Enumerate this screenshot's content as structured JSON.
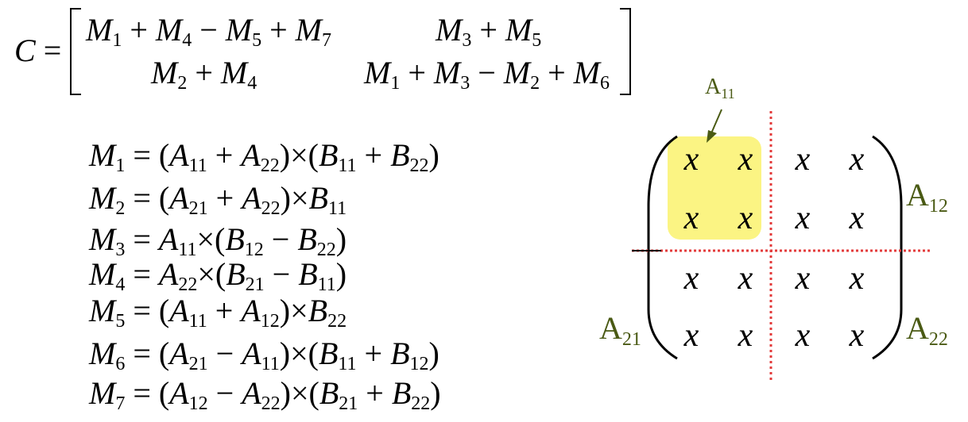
{
  "matrix_c": {
    "lhs": "C",
    "equals": "=",
    "r1c1": {
      "t1": "M",
      "s1": "1",
      "op1": " + ",
      "t2": "M",
      "s2": "4",
      "op2": " − ",
      "t3": "M",
      "s3": "5",
      "op3": " + ",
      "t4": "M",
      "s4": "7"
    },
    "r1c2": {
      "t1": "M",
      "s1": "3",
      "op1": " + ",
      "t2": "M",
      "s2": "5"
    },
    "r2c1": {
      "t1": "M",
      "s1": "2",
      "op1": " + ",
      "t2": "M",
      "s2": "4"
    },
    "r2c2": {
      "t1": "M",
      "s1": "1",
      "op1": " + ",
      "t2": "M",
      "s2": "3",
      "op2": " − ",
      "t3": "M",
      "s3": "2",
      "op3": " + ",
      "t4": "M",
      "s4": "6"
    }
  },
  "equations": [
    {
      "m": "M",
      "ms": "1",
      "rhs": [
        [
          "(",
          ""
        ],
        [
          "A",
          "11"
        ],
        [
          " + ",
          ""
        ],
        [
          "A",
          "22"
        ],
        [
          ")×(",
          ""
        ],
        [
          "B",
          "11"
        ],
        [
          " + ",
          ""
        ],
        [
          "B",
          "22"
        ],
        [
          ")",
          ""
        ]
      ]
    },
    {
      "m": "M",
      "ms": "2",
      "rhs": [
        [
          "(",
          ""
        ],
        [
          "A",
          "21"
        ],
        [
          " + ",
          ""
        ],
        [
          "A",
          "22"
        ],
        [
          ")×",
          ""
        ],
        [
          "B",
          "11"
        ]
      ]
    },
    {
      "m": "M",
      "ms": "3",
      "rhs": [
        [
          "A",
          "11"
        ],
        [
          "×(",
          ""
        ],
        [
          "B",
          "12"
        ],
        [
          " − ",
          ""
        ],
        [
          "B",
          "22"
        ],
        [
          ")",
          ""
        ]
      ]
    },
    {
      "m": "M",
      "ms": "4",
      "rhs": [
        [
          "A",
          "22"
        ],
        [
          "×(",
          ""
        ],
        [
          "B",
          "21"
        ],
        [
          " − ",
          ""
        ],
        [
          "B",
          "11"
        ],
        [
          ")",
          ""
        ]
      ]
    },
    {
      "m": "M",
      "ms": "5",
      "rhs": [
        [
          "(",
          ""
        ],
        [
          "A",
          "11"
        ],
        [
          " + ",
          ""
        ],
        [
          "A",
          "12"
        ],
        [
          ")×",
          ""
        ],
        [
          "B",
          "22"
        ]
      ]
    },
    {
      "m": "M",
      "ms": "6",
      "rhs": [
        [
          "(",
          ""
        ],
        [
          "A",
          "21"
        ],
        [
          " − ",
          ""
        ],
        [
          "A",
          "11"
        ],
        [
          ")×(",
          ""
        ],
        [
          "B",
          "11"
        ],
        [
          " + ",
          ""
        ],
        [
          "B",
          "12"
        ],
        [
          ")",
          ""
        ]
      ]
    },
    {
      "m": "M",
      "ms": "7",
      "rhs": [
        [
          "(",
          ""
        ],
        [
          "A",
          "12"
        ],
        [
          " − ",
          ""
        ],
        [
          "A",
          "22"
        ],
        [
          ")×(",
          ""
        ],
        [
          "B",
          "21"
        ],
        [
          " + ",
          ""
        ],
        [
          "B",
          "22"
        ],
        [
          ")",
          ""
        ]
      ]
    }
  ],
  "block_matrix": {
    "cells": [
      [
        "x",
        "x",
        "x",
        "x"
      ],
      [
        "x",
        "x",
        "x",
        "x"
      ],
      [
        "x",
        "x",
        "x",
        "x"
      ],
      [
        "x",
        "x",
        "x",
        "x"
      ]
    ],
    "labels": {
      "a11": {
        "main": "A",
        "sub": "11"
      },
      "a12": {
        "main": "A",
        "sub": "12"
      },
      "a21": {
        "main": "A",
        "sub": "21"
      },
      "a22": {
        "main": "A",
        "sub": "22"
      }
    },
    "colors": {
      "highlight": "#fbf483",
      "divider": "#e33b3b",
      "label": "#4a5a14",
      "arrow": "#4a5a14"
    }
  }
}
